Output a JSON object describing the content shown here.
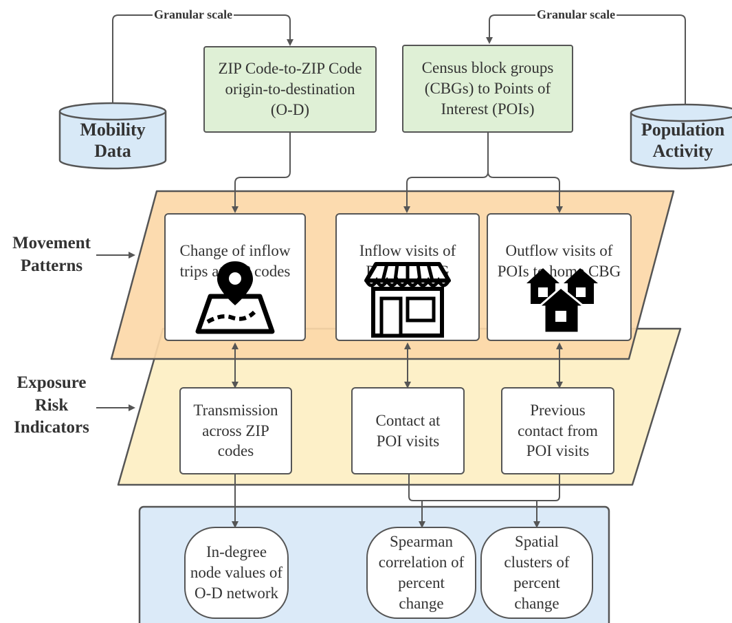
{
  "data_sources": {
    "mobility": "Mobility\nData",
    "population": "Population\nActivity"
  },
  "scale_labels": {
    "left": "Granular scale",
    "right": "Granular scale"
  },
  "granularity": {
    "zip": "ZIP Code-to-ZIP Code\norigin-to-destination\n(O-D)",
    "cbg": "Census block groups\n(CBGs) to Points of\nInterest (POIs)"
  },
  "layers": {
    "movement": "Movement\nPatterns",
    "exposure": "Exposure\nRisk\nIndicators"
  },
  "movement_patterns": {
    "inflow_trips": "Change of inflow\ntrips at ZIP codes",
    "inflow_visits": "Inflow visits of\nPOIs at CBG",
    "outflow_visits": "Outflow visits of\nPOIs to home CBG"
  },
  "icons": {
    "map": "map-pin-icon",
    "store": "storefront-icon",
    "houses": "houses-icon"
  },
  "exposure_indicators": {
    "transmission": "Transmission\nacross ZIP\ncodes",
    "contact": "Contact at\nPOI visits",
    "previous_contact": "Previous\ncontact from\nPOI visits"
  },
  "analyses": {
    "in_degree": "In-degree\nnode values of\nO-D network",
    "spearman": "Spearman\ncorrelation of\npercent\nchange",
    "spatial": "Spatial\nclusters of\npercent\nchange"
  },
  "colors": {
    "movement_fill": "#fcd8a8",
    "exposure_fill": "#fdf0c8",
    "analysis_fill": "#dbeaf8",
    "green_fill": "#dff0d6",
    "db_fill": "#d8e9f7",
    "line": "#555555"
  }
}
